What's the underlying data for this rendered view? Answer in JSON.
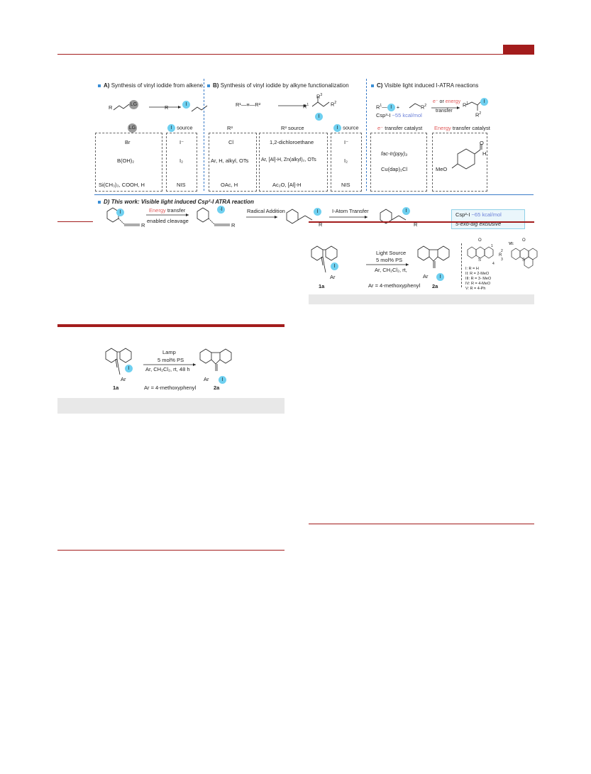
{
  "colors": {
    "rule": "#a31c1c",
    "accent_blue": "#3a8fd6",
    "iodine_ball": "#6fd0f0",
    "energy_red": "#e05a5a",
    "kcal_blue": "#6a7fd8"
  },
  "sectionA": {
    "heading_letter": "A)",
    "heading_text": "Synthesis of vinyl iodide from alkene",
    "lg": "LG",
    "r": "R",
    "i": "I",
    "col_lg_header": "LG",
    "col_i_header": "source",
    "lg_rows": [
      "Br",
      "B(OH)₂",
      "Si(CH₃)₃, COOH, H"
    ],
    "i_rows": [
      "I⁻",
      "I₂",
      "NIS"
    ]
  },
  "sectionB": {
    "heading_letter": "B)",
    "heading_text": "Synthesis of vinyl iodide by alkyne functionalization",
    "reactant": "R¹—≡—R²",
    "col_r3_header": "R³",
    "col_r3src_header": "R³ source",
    "col_i_header": "source",
    "r3_rows": [
      "Cl",
      "Ar, H, alkyl, OTs",
      "OAc, H"
    ],
    "r3src_rows": [
      "1,2-dichloroethane",
      "Ar,  [Al]-H, Zn(alkyl)₂, OTs",
      "Ac₂O, [Al]-H"
    ],
    "i_rows": [
      "I⁻",
      "I₂",
      "NIS"
    ]
  },
  "sectionC": {
    "heading_letter": "C)",
    "heading_text": "Visible light induced I-ATRA reactions",
    "arrow_top_e": "e⁻",
    "arrow_top_or": "or",
    "arrow_top_energy": "energy",
    "arrow_bottom": "transfer",
    "bde_label": "Csp³-I",
    "bde_value": "~55 kcal/mol",
    "col_e_header": "transfer catalyst",
    "col_en_header": "transfer catalyst",
    "col_en_word": "Energy",
    "e_rows": [
      "fac-Ir(ppy)₃",
      "Cu(dap)₂Cl"
    ],
    "meo": "MeO"
  },
  "sectionD": {
    "heading_letter": "D)",
    "heading_text": "This work: Visible light induced Csp²-I ATRA reaction",
    "step1_top_energy": "Energy",
    "step1_top_rest": " transfer",
    "step1_bottom": "enabled cleavage",
    "step2": "Radical Addition",
    "step3": "I-Atom Transfer",
    "box_line1_label": "Csp²-I",
    "box_line1_value": "~65 kcal/mol",
    "box_line2": "5-exo-dig exclusive"
  },
  "scheme_left": {
    "conditions_top": "Lamp",
    "conditions_mid": "5 mol% PS",
    "conditions_bot": "Ar, CH₂Cl₂, rt, 48 h",
    "ar_def": "Ar = 4-methoxyphenyl",
    "label_1a": "1a",
    "label_2a": "2a",
    "ar": "Ar",
    "i": "I"
  },
  "scheme_right": {
    "conditions_top": "Light Source",
    "conditions_mid": "5 mol% PS",
    "conditions_bot": "Ar, CH₂Cl₂, rt,",
    "ar_def": "Ar = 4-methoxyphenyl",
    "label_1a": "1a",
    "label_2a": "2a",
    "ar": "Ar",
    "i": "I",
    "ps_list": [
      "I: R = H",
      "II: R = 2-MeO",
      "III: R = 3- MeO",
      "IV: R = 4-MeO",
      "V: R = 4-Ph"
    ],
    "ps_vi": "VI:",
    "o": "O",
    "s": "S",
    "r": "R",
    "pos": [
      "1",
      "2",
      "3",
      "4"
    ]
  }
}
